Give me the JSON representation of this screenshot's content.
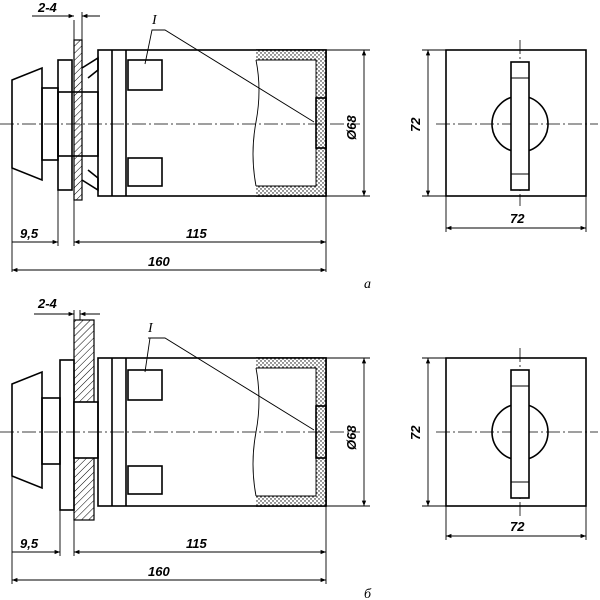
{
  "views": [
    {
      "caption": "a",
      "dims": {
        "gap": "2-4",
        "flange": "9,5",
        "body": "115",
        "overall": "160",
        "diameter": "Ø68",
        "side_height": "72",
        "side_width": "72"
      },
      "callout": "I"
    },
    {
      "caption": "б",
      "dims": {
        "gap": "2-4",
        "flange": "9,5",
        "body": "115",
        "overall": "160",
        "diameter": "Ø68",
        "side_height": "72",
        "side_width": "72"
      },
      "callout": "I"
    }
  ]
}
